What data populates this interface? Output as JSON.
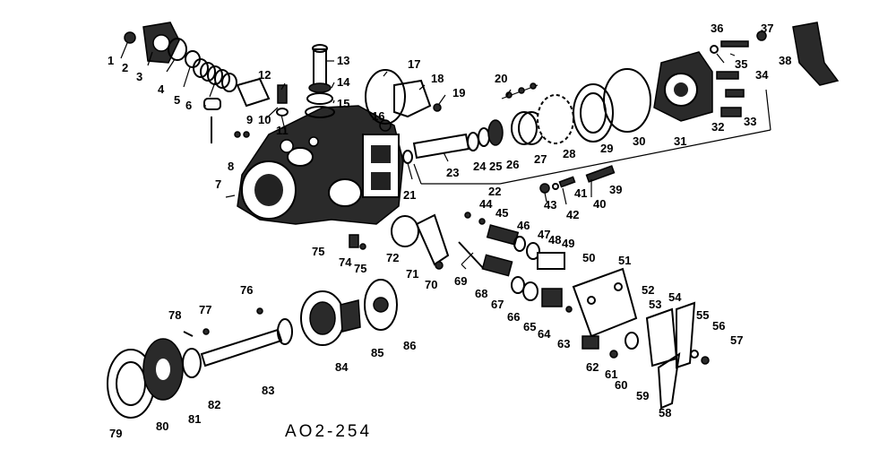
{
  "diagram": {
    "reference_code": "AO2-254",
    "callouts": [
      "1",
      "2",
      "3",
      "4",
      "5",
      "6",
      "7",
      "8",
      "9",
      "10",
      "11",
      "12",
      "13",
      "14",
      "15",
      "16",
      "17",
      "18",
      "19",
      "20",
      "21",
      "22",
      "23",
      "24",
      "25",
      "26",
      "27",
      "28",
      "29",
      "30",
      "31",
      "32",
      "33",
      "34",
      "35",
      "36",
      "37",
      "38",
      "39",
      "40",
      "41",
      "42",
      "43",
      "44",
      "45",
      "46",
      "47",
      "48",
      "49",
      "50",
      "51",
      "52",
      "53",
      "54",
      "55",
      "56",
      "57",
      "58",
      "59",
      "60",
      "61",
      "62",
      "63",
      "64",
      "65",
      "66",
      "67",
      "68",
      "69",
      "70",
      "71",
      "72",
      "74",
      "75",
      "76",
      "77",
      "78",
      "79",
      "80",
      "81",
      "82",
      "83",
      "84",
      "85",
      "86"
    ]
  }
}
